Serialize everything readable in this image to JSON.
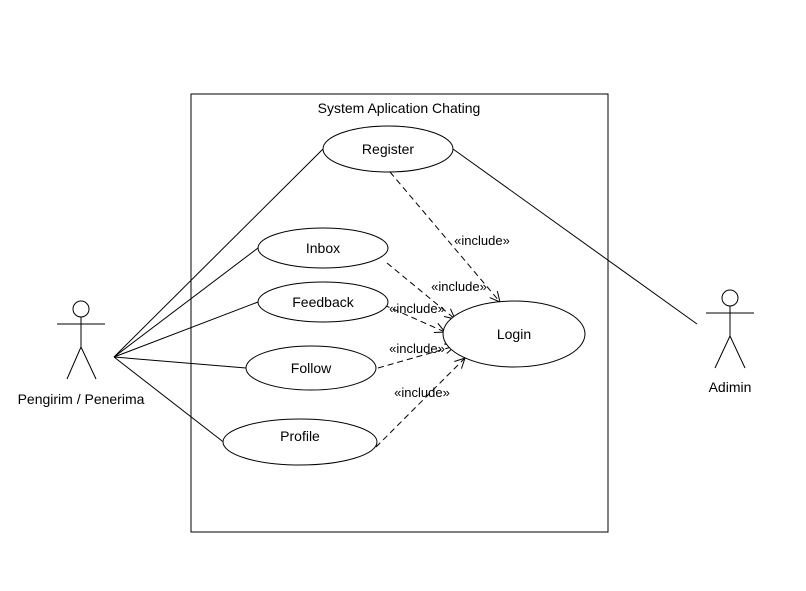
{
  "system": {
    "title": "System Aplication Chating"
  },
  "actors": {
    "user": {
      "label": "Pengirim / Penerima"
    },
    "admin": {
      "label": "Adimin"
    }
  },
  "use_cases": {
    "register": "Register",
    "inbox": "Inbox",
    "feedback": "Feedback",
    "follow": "Follow",
    "profile": "Profile",
    "login": "Login"
  },
  "relations": {
    "include_label": "«include»"
  }
}
